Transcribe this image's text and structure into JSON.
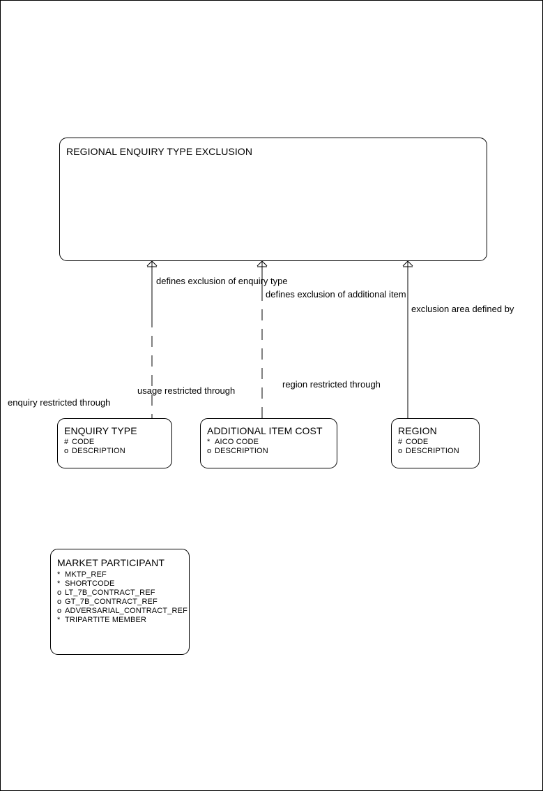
{
  "diagram": {
    "type": "entity-relationship",
    "title": "Regional Enquiry Type Exclusion ER Diagram",
    "line_color": "#000000",
    "background_color": "#ffffff"
  },
  "entities": [
    {
      "id": "regional-enquiry-type-exclusion",
      "name": "REGIONAL ENQUIRY TYPE EXCLUSION",
      "attributes": []
    },
    {
      "id": "enquiry-type",
      "name": "ENQUIRY TYPE",
      "attributes": [
        {
          "marker": "#",
          "name": "CODE"
        },
        {
          "marker": "o",
          "name": "DESCRIPTION"
        }
      ]
    },
    {
      "id": "additional-item-cost",
      "name": "ADDITIONAL ITEM COST",
      "attributes": [
        {
          "marker": "*",
          "name": "AICO CODE"
        },
        {
          "marker": "o",
          "name": "DESCRIPTION"
        }
      ]
    },
    {
      "id": "region",
      "name": "REGION",
      "attributes": [
        {
          "marker": "#",
          "name": "CODE"
        },
        {
          "marker": "o",
          "name": "DESCRIPTION"
        }
      ]
    },
    {
      "id": "market-participant",
      "name": "MARKET PARTICIPANT",
      "attributes": [
        {
          "marker": "*",
          "name": "MKTP_REF"
        },
        {
          "marker": "*",
          "name": "SHORTCODE"
        },
        {
          "marker": "o",
          "name": "LT_7B_CONTRACT_REF"
        },
        {
          "marker": "o",
          "name": "GT_7B_CONTRACT_REF"
        },
        {
          "marker": "o",
          "name": "ADVERSARIAL_CONTRACT_REF"
        },
        {
          "marker": "*",
          "name": "TRIPARTITE MEMBER"
        }
      ]
    }
  ],
  "relationships": [
    {
      "id": "enquiry-type-exclusion",
      "from_label": "defines exclusion of enquiry type",
      "to_label": "enquiry restricted through"
    },
    {
      "id": "additional-item-exclusion",
      "from_label": "defines exclusion of additional item",
      "to_label": "usage restricted through"
    },
    {
      "id": "region-exclusion",
      "from_label": "exclusion area defined by",
      "to_label": "region restricted through"
    }
  ]
}
